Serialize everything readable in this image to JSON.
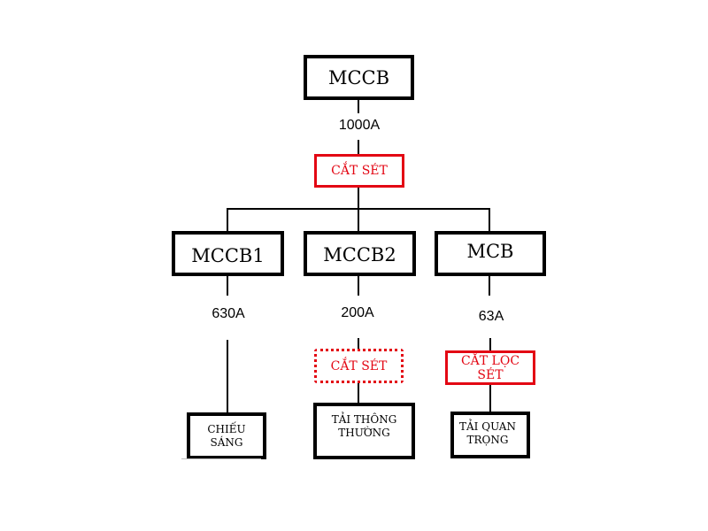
{
  "diagram": {
    "main_breaker": {
      "label": "MCCB",
      "rating": "1000A"
    },
    "main_spd": {
      "label": "CẮT SÉT",
      "style": "solid"
    },
    "branches": [
      {
        "breaker": "MCCB1",
        "rating": "630A",
        "load": "CHIẾU SÁNG"
      },
      {
        "breaker": "MCCB2",
        "rating": "200A",
        "spd": {
          "label": "CẮT SÉT",
          "style": "dotted"
        },
        "load_line1": "TẢI THÔNG",
        "load_line2": "THƯỜNG"
      },
      {
        "breaker": "MCB",
        "rating": "63A",
        "spd": {
          "label": "CẮT LỌC SÉT",
          "style": "solid"
        },
        "load_line1": "TẢI QUAN",
        "load_line2": "TRỌNG"
      }
    ],
    "colors": {
      "line": "#000000",
      "spd": "#e30613",
      "background": "#ffffff"
    }
  }
}
